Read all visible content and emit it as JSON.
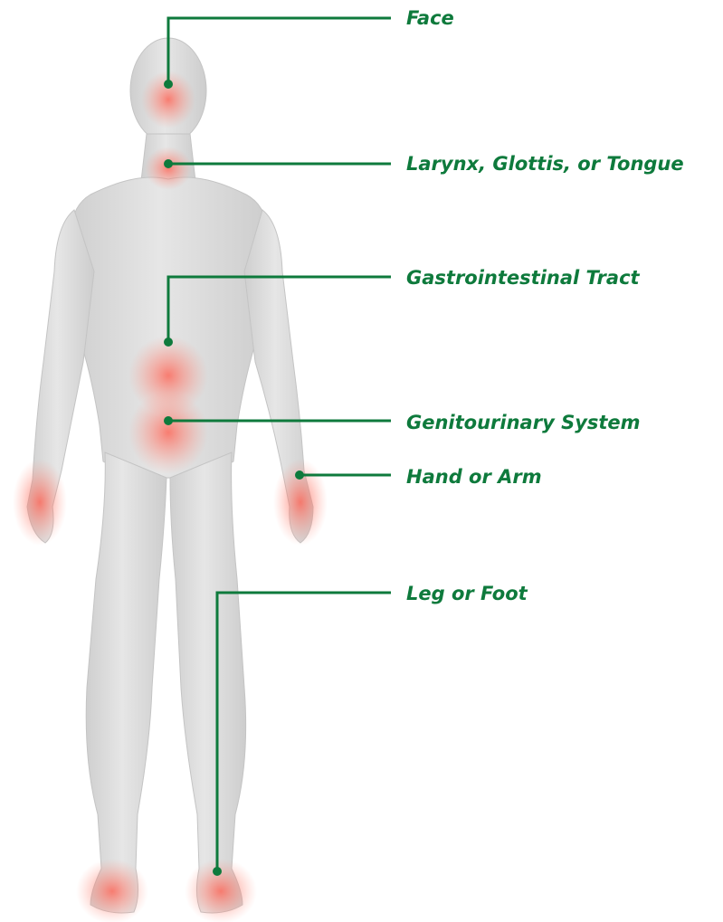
{
  "colors": {
    "accent": "#0e7a3c",
    "body": "#dcdcdc",
    "highlight": "#ff5a4a",
    "background": "#ffffff"
  },
  "labels": {
    "face": "Face",
    "larynx": "Larynx, Glottis, or Tongue",
    "gi": "Gastrointestinal Tract",
    "gu": "Genitourinary System",
    "hand": "Hand or Arm",
    "leg": "Leg or Foot"
  }
}
